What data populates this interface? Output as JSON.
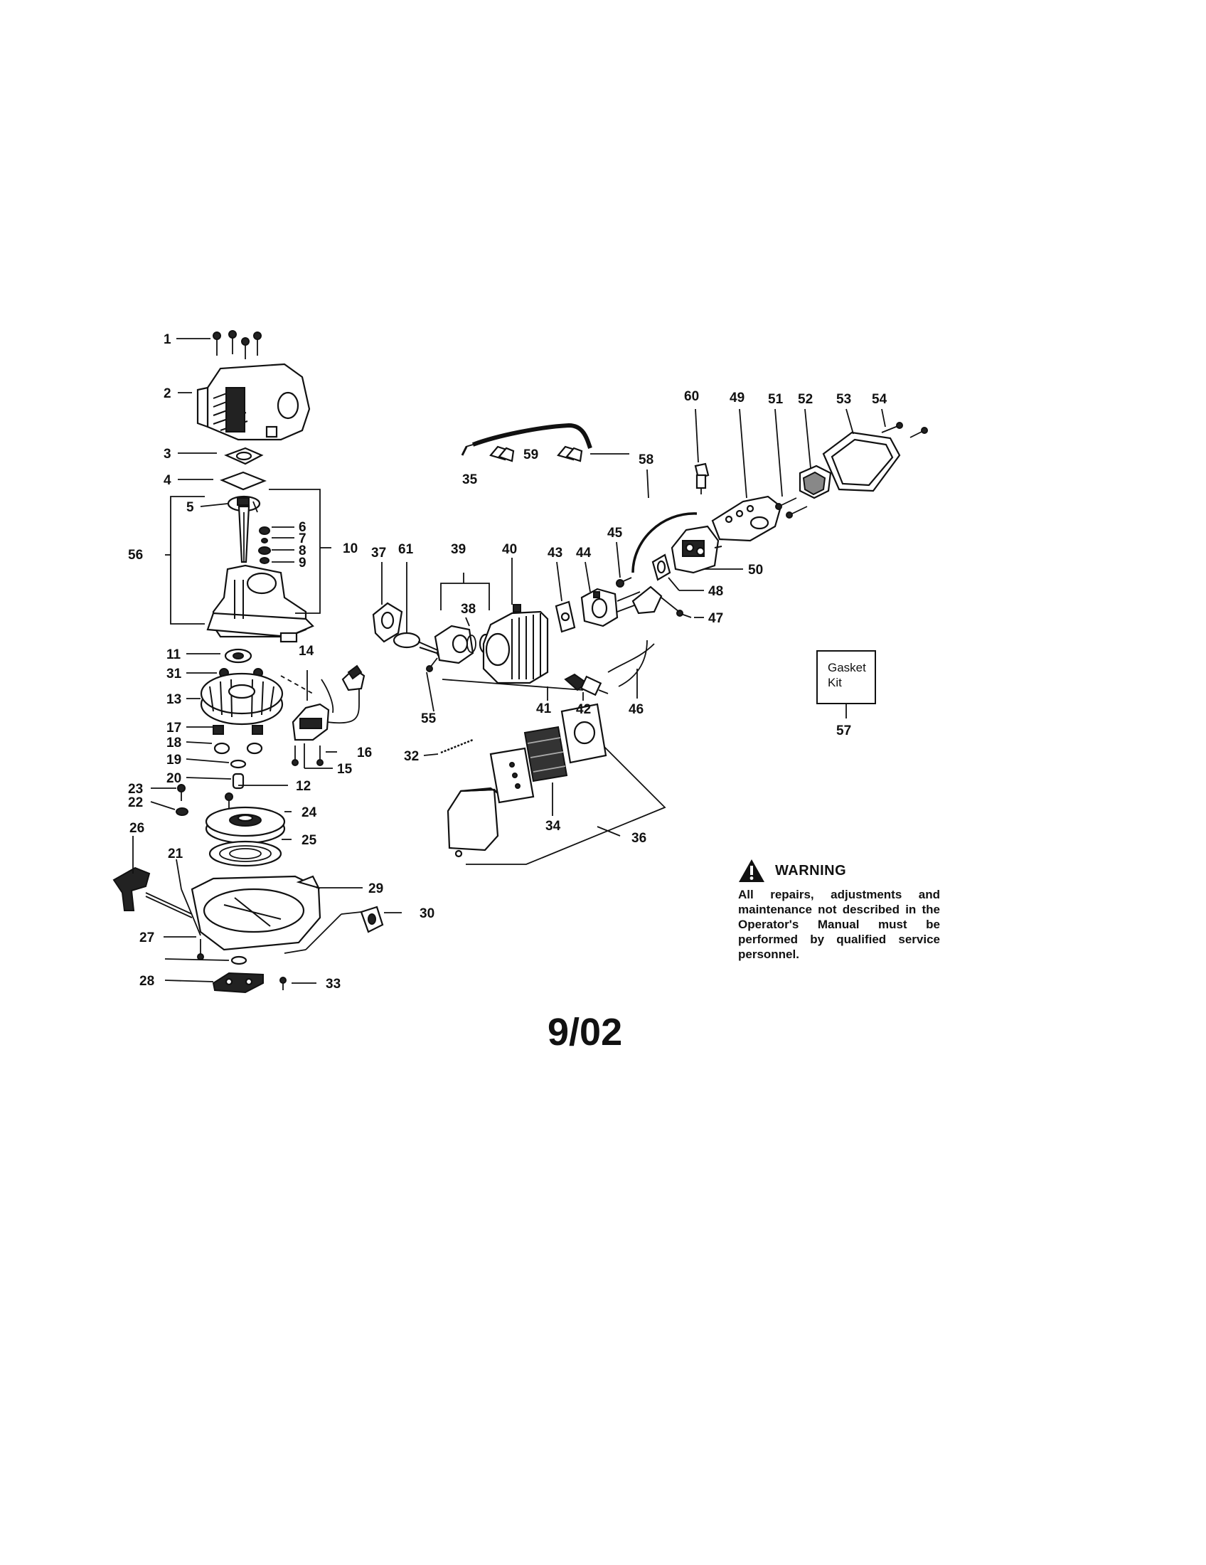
{
  "callouts": {
    "c1": "1",
    "c2": "2",
    "c3": "3",
    "c4": "4",
    "c5": "5",
    "c6": "6",
    "c7": "7",
    "c8": "8",
    "c9": "9",
    "c10": "10",
    "c11": "11",
    "c12": "12",
    "c13": "13",
    "c14": "14",
    "c15": "15",
    "c16": "16",
    "c17": "17",
    "c18": "18",
    "c19": "19",
    "c20": "20",
    "c21": "21",
    "c22": "22",
    "c23": "23",
    "c24": "24",
    "c25": "25",
    "c26": "26",
    "c27": "27",
    "c28": "28",
    "c29": "29",
    "c30": "30",
    "c31": "31",
    "c32": "32",
    "c33": "33",
    "c34": "34",
    "c35": "35",
    "c36": "36",
    "c37": "37",
    "c38": "38",
    "c39": "39",
    "c40": "40",
    "c41": "41",
    "c42": "42",
    "c43": "43",
    "c44": "44",
    "c45": "45",
    "c46": "46",
    "c47": "47",
    "c48": "48",
    "c49": "49",
    "c50": "50",
    "c51": "51",
    "c52": "52",
    "c53": "53",
    "c54": "54",
    "c55": "55",
    "c56": "56",
    "c57": "57",
    "c58": "58",
    "c59": "59",
    "c60": "60",
    "c61": "61"
  },
  "gasket_kit": {
    "line1": "Gasket",
    "line2": "Kit"
  },
  "warning": {
    "title": "WARNING",
    "text": "All repairs, adjustments and maintenance not described in the Operator's Manual must be performed by qualified service personnel."
  },
  "revision": "9/02"
}
